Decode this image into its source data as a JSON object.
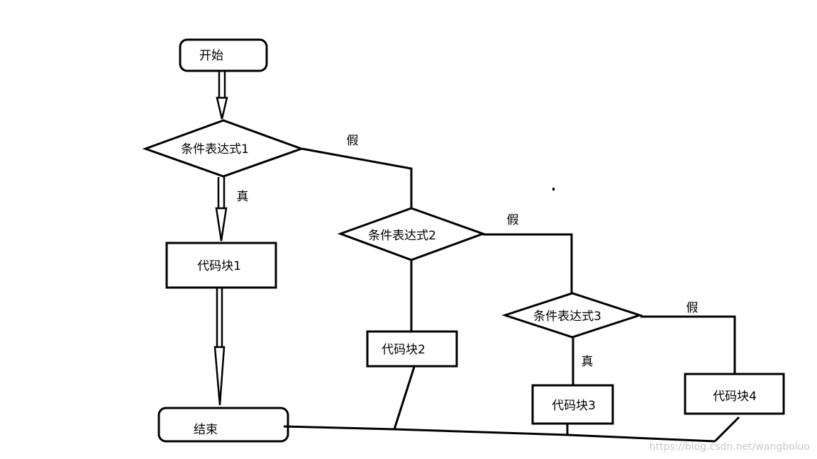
{
  "diagram": {
    "nodes": {
      "start": "开始",
      "cond1": "条件表达式1",
      "cond2": "条件表达式2",
      "cond3": "条件表达式3",
      "block1": "代码块1",
      "block2": "代码块2",
      "block3": "代码块3",
      "block4": "代码块4",
      "end": "结束"
    },
    "edge_labels": {
      "cond1_false": "假",
      "cond1_true": "真",
      "cond2_false": "假",
      "cond3_false": "假",
      "cond3_true": "真"
    }
  },
  "watermark": "https://blog.csdn.net/wangboluo"
}
